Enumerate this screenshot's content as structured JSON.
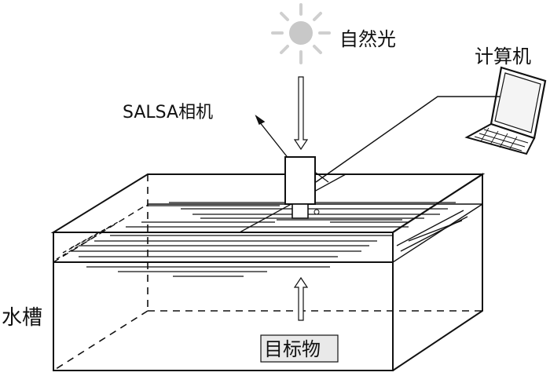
{
  "labels": {
    "sunlight": "自然光",
    "computer": "计算机",
    "camera": "SALSA相机",
    "tank": "水槽",
    "target": "目标物"
  },
  "colors": {
    "line": "#111111",
    "sun": "#c8c8c8",
    "sun_ray": "#cfcfcf",
    "target_box": "#e9e9e9",
    "arrow_fill": "#ffffff"
  },
  "icons": {
    "sun": "sun-icon",
    "laptop": "laptop-icon"
  }
}
